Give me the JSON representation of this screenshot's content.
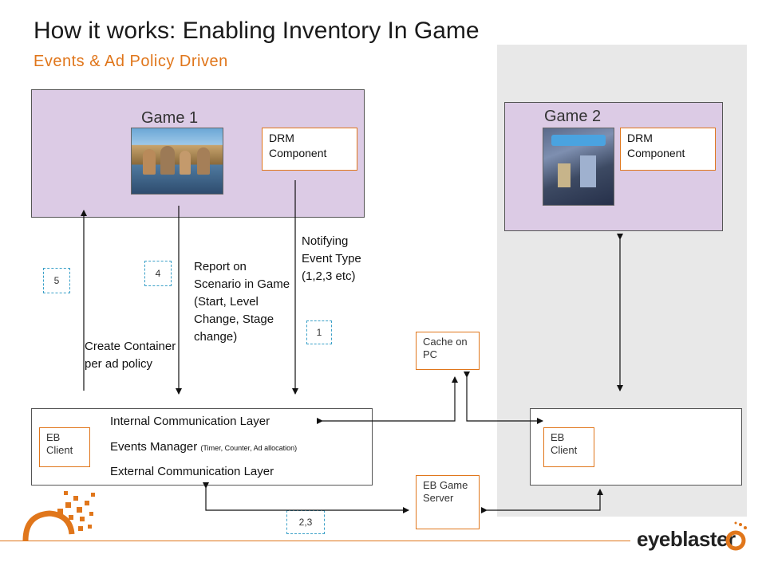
{
  "title": "How it works: Enabling Inventory In Game",
  "subtitle": "Events & Ad Policy Driven",
  "game1": {
    "label": "Game 1",
    "drm": "DRM Component"
  },
  "game2": {
    "label": "Game 2",
    "drm": "DRM Component"
  },
  "eb_client_left": "EB Client",
  "eb_client_right": "EB Client",
  "layers": {
    "internal": "Internal Communication Layer",
    "events": "Events Manager",
    "events_detail": "(Timer, Counter, Ad allocation)",
    "external": "External Communication Layer"
  },
  "cache": "Cache on PC",
  "game_server": "EB Game Server",
  "steps": {
    "s1": "1",
    "s23": "2,3",
    "s4": "4",
    "s5": "5"
  },
  "notes": {
    "create": "Create Container per ad policy",
    "report": "Report on Scenario in Game (Start, Level Change, Stage change)",
    "notify": "Notifying Event Type (1,2,3 etc)"
  },
  "brand": "eyeblaster",
  "colors": {
    "accent": "#e0761b",
    "game_fill": "#dccbe5",
    "panel": "#e8e8e8",
    "step_border": "#3aa0c8"
  }
}
